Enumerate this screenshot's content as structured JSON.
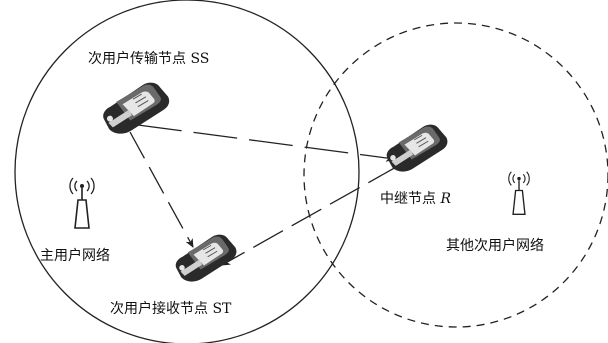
{
  "labels": {
    "ss_prefix": "次用户传输节点 SS",
    "relay_prefix": "中继节点 ",
    "relay_symbol": "R",
    "st": "次用户接收节点 ST",
    "primary_net": "主用户网络",
    "other_net": "其他次用户网络"
  },
  "colors": {
    "stroke": "#222222",
    "phone_body": "#2a2a2a",
    "phone_highlight": "#e6e6e6"
  },
  "icons": {
    "phone": "mobile-phone-icon",
    "tower": "antenna-tower-icon"
  }
}
